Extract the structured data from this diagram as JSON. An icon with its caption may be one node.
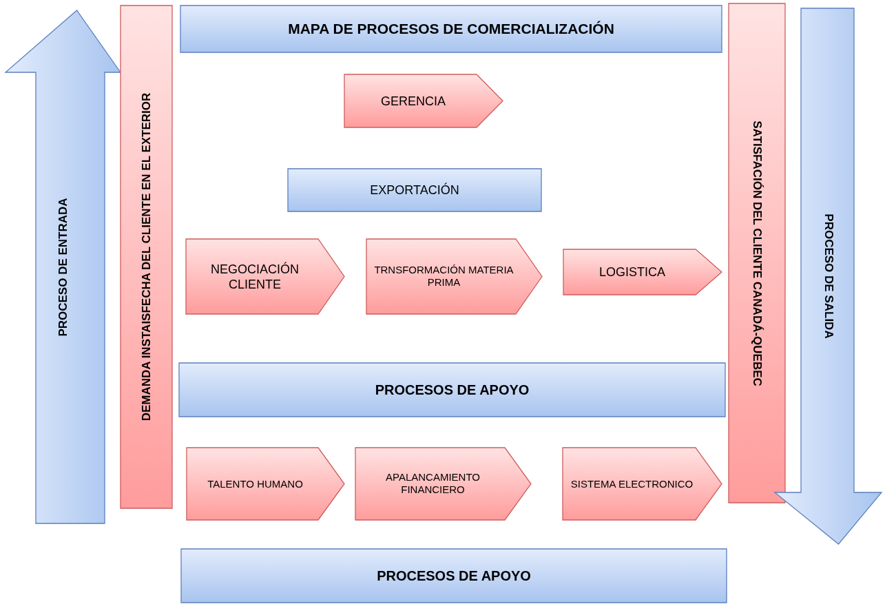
{
  "diagram": {
    "nodes": [
      {
        "text": [
          "PROCESO DE ENTRADA"
        ]
      },
      {
        "text": [
          "DEMANDA INSTAISFECHA DEL CLIENTE EN EL EXTERIOR"
        ]
      },
      {
        "text": [
          "MAPA DE PROCESOS DE COMERCIALIZACIÓN"
        ]
      },
      {
        "text": [
          "GERENCIA"
        ]
      },
      {
        "text": [
          "EXPORTACIÓN"
        ]
      },
      {
        "text": [
          "NEGOCIACIÓN CLIENTE"
        ]
      },
      {
        "text": [
          "TRNSFORMACIÓN MATERIA PRIMA"
        ]
      },
      {
        "text": [
          "LOGISTICA"
        ]
      },
      {
        "text": [
          "PROCESOS DE APOYO"
        ]
      },
      {
        "text": [
          "TALENTO HUMANO"
        ]
      },
      {
        "text": [
          "APALANCAMIENTO FINANCIERO"
        ]
      },
      {
        "text": [
          "SISTEMA ELECTRONICO"
        ]
      },
      {
        "text": [
          "PROCESOS DE APOYO"
        ]
      },
      {
        "text": [
          "SATISFACIÓN DEL CLIENTE CANADÁ-QUEBEC"
        ]
      },
      {
        "text": [
          "PROCESO DE SALIDA"
        ]
      }
    ]
  }
}
